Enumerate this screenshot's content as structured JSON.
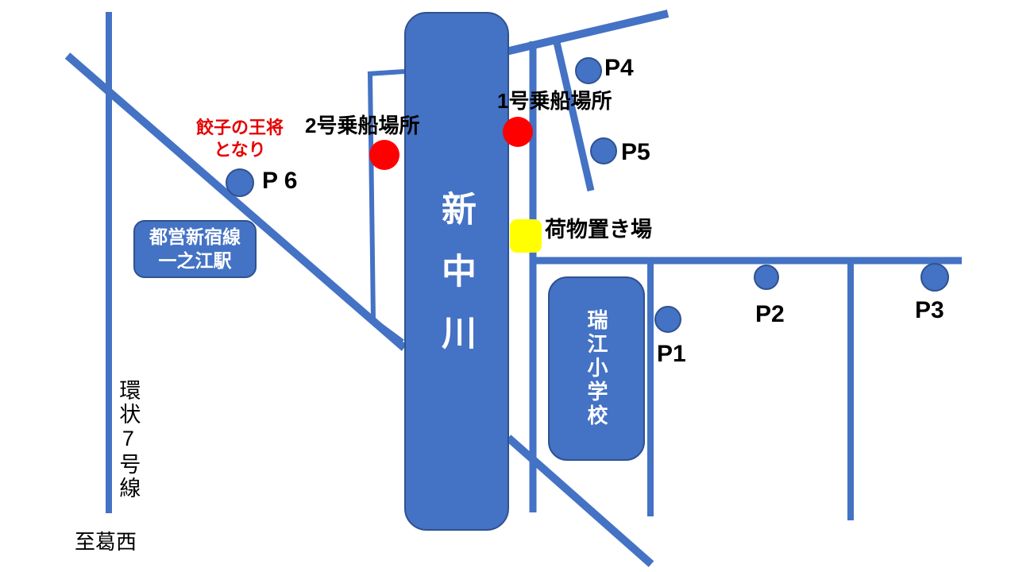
{
  "colors": {
    "road": "#4472C4",
    "shape_outline": "#2F528F",
    "marker_red": "#FF0000",
    "luggage_yellow": "#FFFF00",
    "note_red": "#E60000",
    "background": "#FFFFFF"
  },
  "river": {
    "name": "新中川"
  },
  "station": {
    "line1": "都営新宿線",
    "line2": "一之江駅"
  },
  "school": {
    "name": "瑞江小学校"
  },
  "boarding_points": [
    {
      "label": "1号乗船場所"
    },
    {
      "label": "2号乗船場所"
    }
  ],
  "luggage_area": {
    "label": "荷物置き場"
  },
  "landmark_note": {
    "line1": "餃子の王将",
    "line2": "となり"
  },
  "ring_road": {
    "label": "環状7号線"
  },
  "direction_note": {
    "label": "至葛西"
  },
  "parking": [
    {
      "id": "P1",
      "label": "P1"
    },
    {
      "id": "P2",
      "label": "P2"
    },
    {
      "id": "P3",
      "label": "P3"
    },
    {
      "id": "P4",
      "label": "P4"
    },
    {
      "id": "P5",
      "label": "P5"
    },
    {
      "id": "P6",
      "label": "P 6"
    }
  ]
}
